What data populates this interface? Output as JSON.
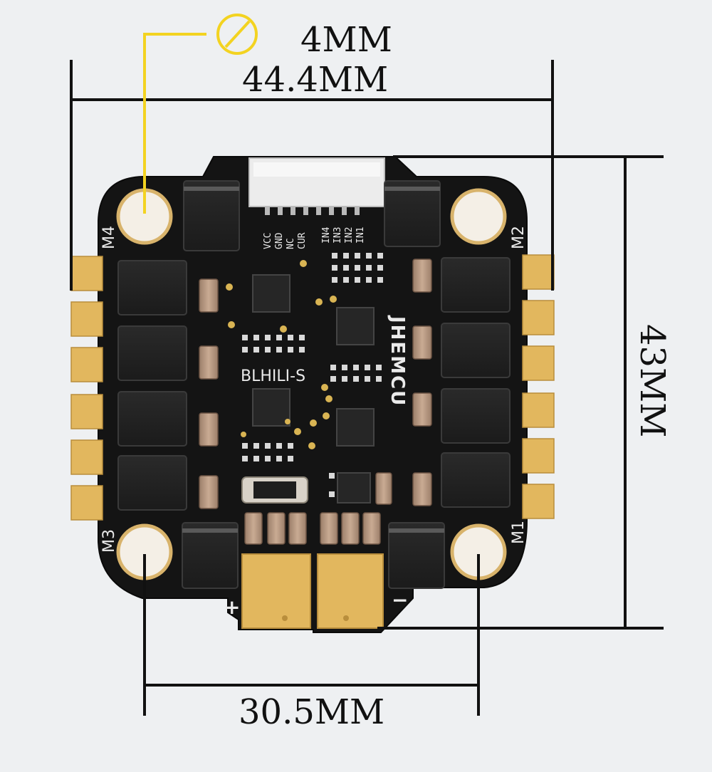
{
  "dimensions": {
    "hole_diameter": "4MM",
    "board_width": "44.4MM",
    "board_height": "43MM",
    "mount_spacing": "30.5MM"
  },
  "board": {
    "brand": "JHEMCU",
    "firmware": "BLHILI-S",
    "connector_pins": [
      "VCC",
      "GND",
      "NC",
      "CUR",
      "IN4",
      "IN3",
      "IN2",
      "IN1"
    ],
    "motor_labels": {
      "m1": "M1",
      "m2": "M2",
      "m3": "M3",
      "m4": "M4"
    },
    "power_positive": "+",
    "power_negative": "−"
  },
  "colors": {
    "background": "#eef0f2",
    "pcb": "#141414",
    "gold_pad": "#e2b75e",
    "annotation": "#f3d321",
    "dimension_line": "#111111"
  },
  "icons": {
    "diameter_symbol": "diameter-icon"
  }
}
